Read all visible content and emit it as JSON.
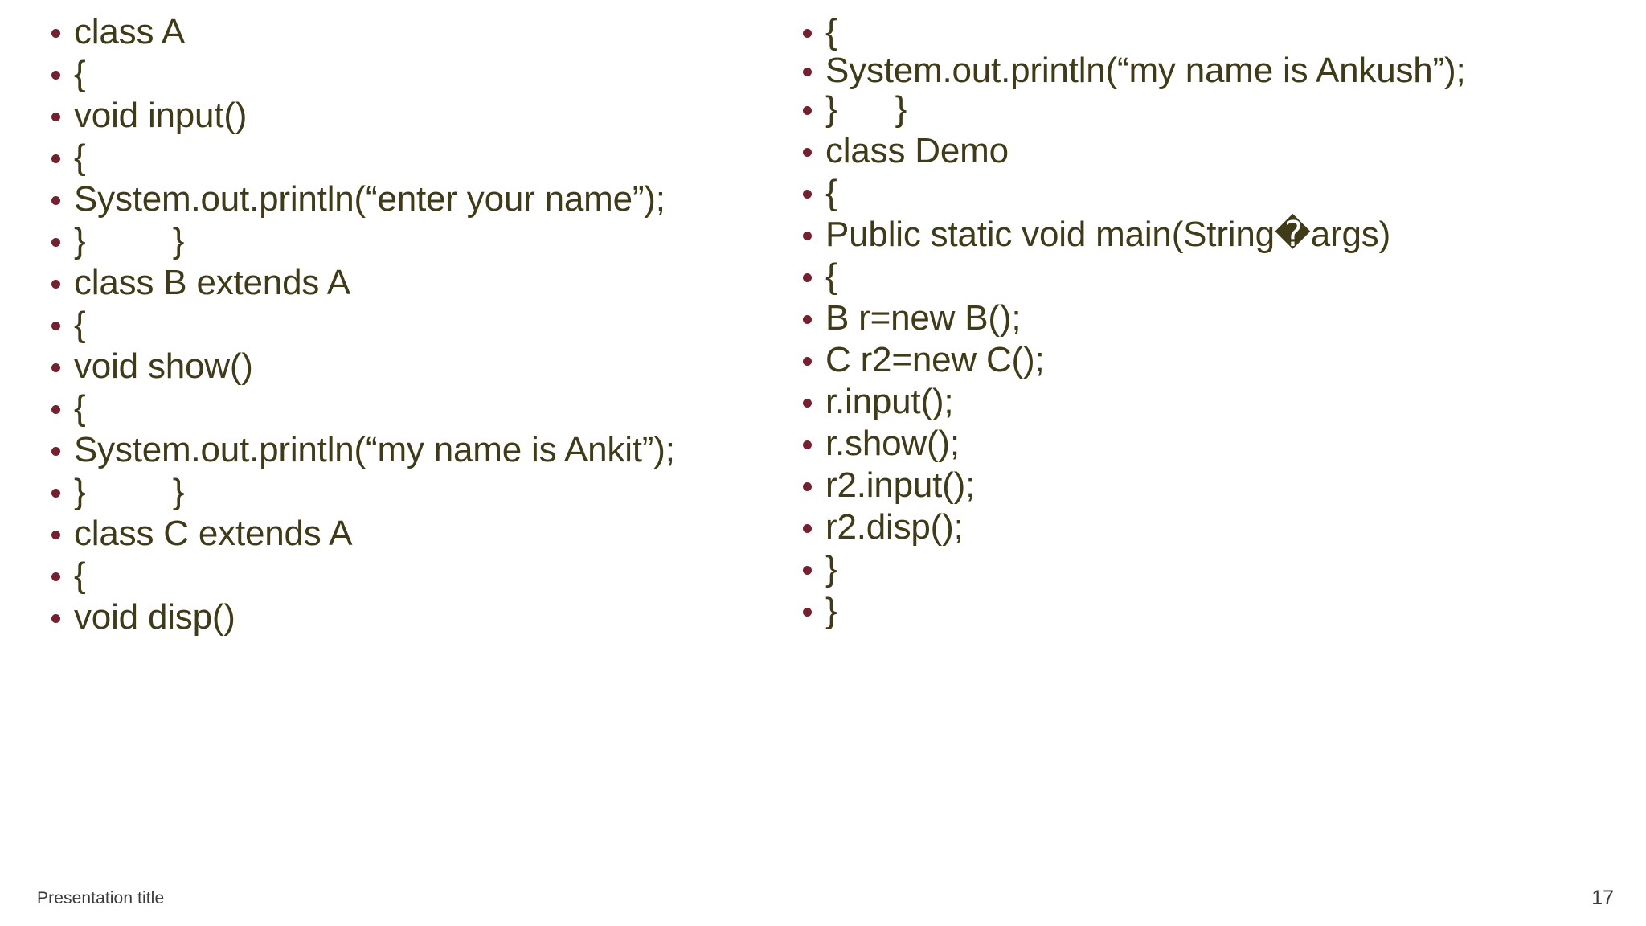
{
  "slide": {
    "background_color": "#FFFFFF",
    "text_color": "#3F3A17",
    "bullet_color": "#74212F",
    "footer_color": "#3A3A3A"
  },
  "content": {
    "left_column": [
      {
        "text": "class A"
      },
      {
        "text": "{"
      },
      {
        "text": "void input()"
      },
      {
        "text": "{"
      },
      {
        "text": "System.out.println(“enter your name”);"
      },
      {
        "text": "}         }"
      },
      {
        "text": "class B extends A"
      },
      {
        "text": "{"
      },
      {
        "text": "void show()"
      },
      {
        "text": "{"
      },
      {
        "text": "System.out.println(“my name is Ankit”);"
      },
      {
        "text": "}         }"
      },
      {
        "text": "class C extends A"
      },
      {
        "text": "{"
      },
      {
        "text": "void disp()"
      }
    ],
    "right_column": [
      {
        "text": "{"
      },
      {
        "text": "System.out.println(“my name is Ankush”);",
        "wraps": true
      },
      {
        "text": "}      }"
      },
      {
        "text": "class Demo"
      },
      {
        "text": "{"
      },
      {
        "text": "Public static void main(String�args)"
      },
      {
        "text": "{"
      },
      {
        "text": "B r=new B();"
      },
      {
        "text": "C r2=new C();"
      },
      {
        "text": "r.input();"
      },
      {
        "text": "r.show();"
      },
      {
        "text": "r2.input();"
      },
      {
        "text": "r2.disp();"
      },
      {
        "text": "}"
      },
      {
        "text": "}"
      }
    ]
  },
  "footer": {
    "title": "Presentation title",
    "page_number": "17"
  }
}
